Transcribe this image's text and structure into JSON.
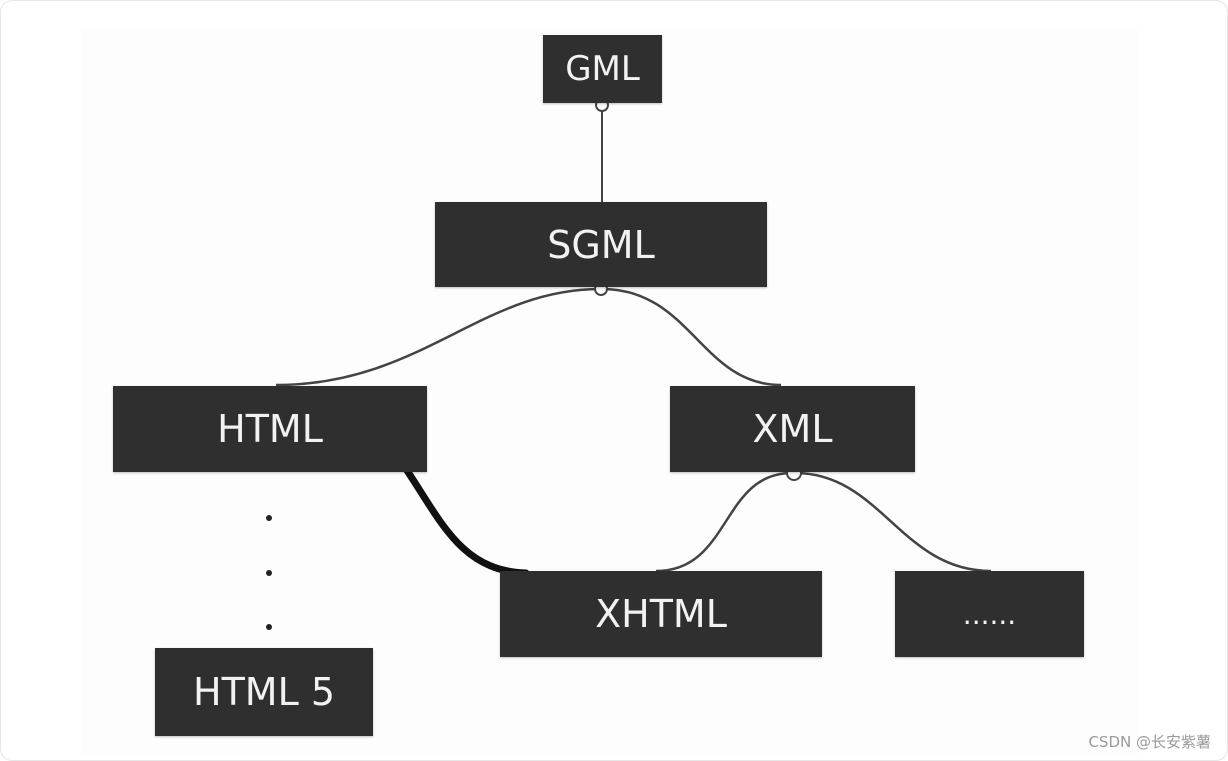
{
  "nodes": {
    "gml": "GML",
    "sgml": "SGML",
    "html": "HTML",
    "xml": "XML",
    "xhtml": "XHTML",
    "more": "......",
    "html5": "HTML 5"
  },
  "colors": {
    "node_fill": "#2f2f2f",
    "node_text": "#f2f2f2",
    "connector": "#444444"
  },
  "watermark": "CSDN @长安紫薯"
}
